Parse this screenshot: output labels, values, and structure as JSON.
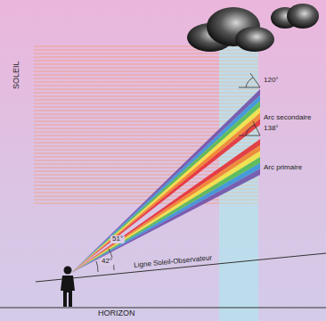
{
  "diagram": {
    "labels": [
      "SOLEIL",
      "120°",
      "Arc secondaire",
      "138°",
      "Arc primaire",
      "51°",
      "42°",
      "Ligne Soleil-Observateur",
      "HORIZON"
    ]
  }
}
